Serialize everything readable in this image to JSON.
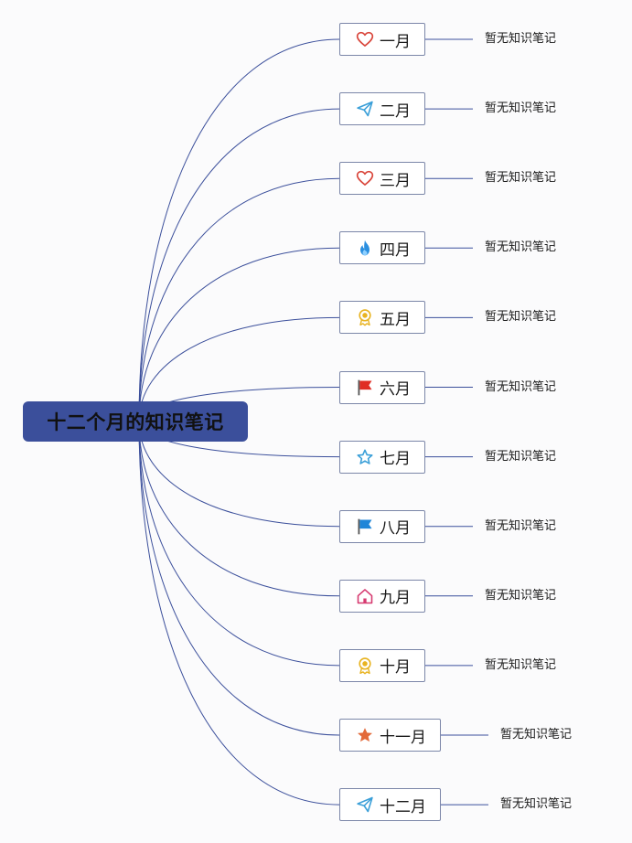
{
  "mindmap": {
    "root": "十二个月的知识笔记",
    "branches": [
      {
        "label": "一月",
        "icon": "heart-icon",
        "color": "#d9463b",
        "note": "暂无知识笔记"
      },
      {
        "label": "二月",
        "icon": "paper-plane-icon",
        "color": "#3a9fd8",
        "note": "暂无知识笔记"
      },
      {
        "label": "三月",
        "icon": "heart-icon",
        "color": "#d9463b",
        "note": "暂无知识笔记"
      },
      {
        "label": "四月",
        "icon": "flame-icon",
        "color": "#2a8fe0",
        "note": "暂无知识笔记"
      },
      {
        "label": "五月",
        "icon": "award-icon",
        "color": "#e8b320",
        "note": "暂无知识笔记"
      },
      {
        "label": "六月",
        "icon": "flag-icon",
        "color": "#e02d24",
        "note": "暂无知识笔记"
      },
      {
        "label": "七月",
        "icon": "star-outline-icon",
        "color": "#3a9fd8",
        "note": "暂无知识笔记"
      },
      {
        "label": "八月",
        "icon": "flag-icon",
        "color": "#1f86d8",
        "note": "暂无知识笔记"
      },
      {
        "label": "九月",
        "icon": "home-icon",
        "color": "#d63a70",
        "note": "暂无知识笔记"
      },
      {
        "label": "十月",
        "icon": "award-icon",
        "color": "#e8b320",
        "note": "暂无知识笔记"
      },
      {
        "label": "十一月",
        "icon": "star-filled-icon",
        "color": "#e36a3a",
        "note": "暂无知识笔记"
      },
      {
        "label": "十二月",
        "icon": "paper-plane-icon",
        "color": "#3a9fd8",
        "note": "暂无知识笔记"
      }
    ]
  },
  "colors": {
    "root_fill": "#3b4f9b",
    "connector": "#3b4f9b",
    "node_border": "#7b86a8"
  }
}
